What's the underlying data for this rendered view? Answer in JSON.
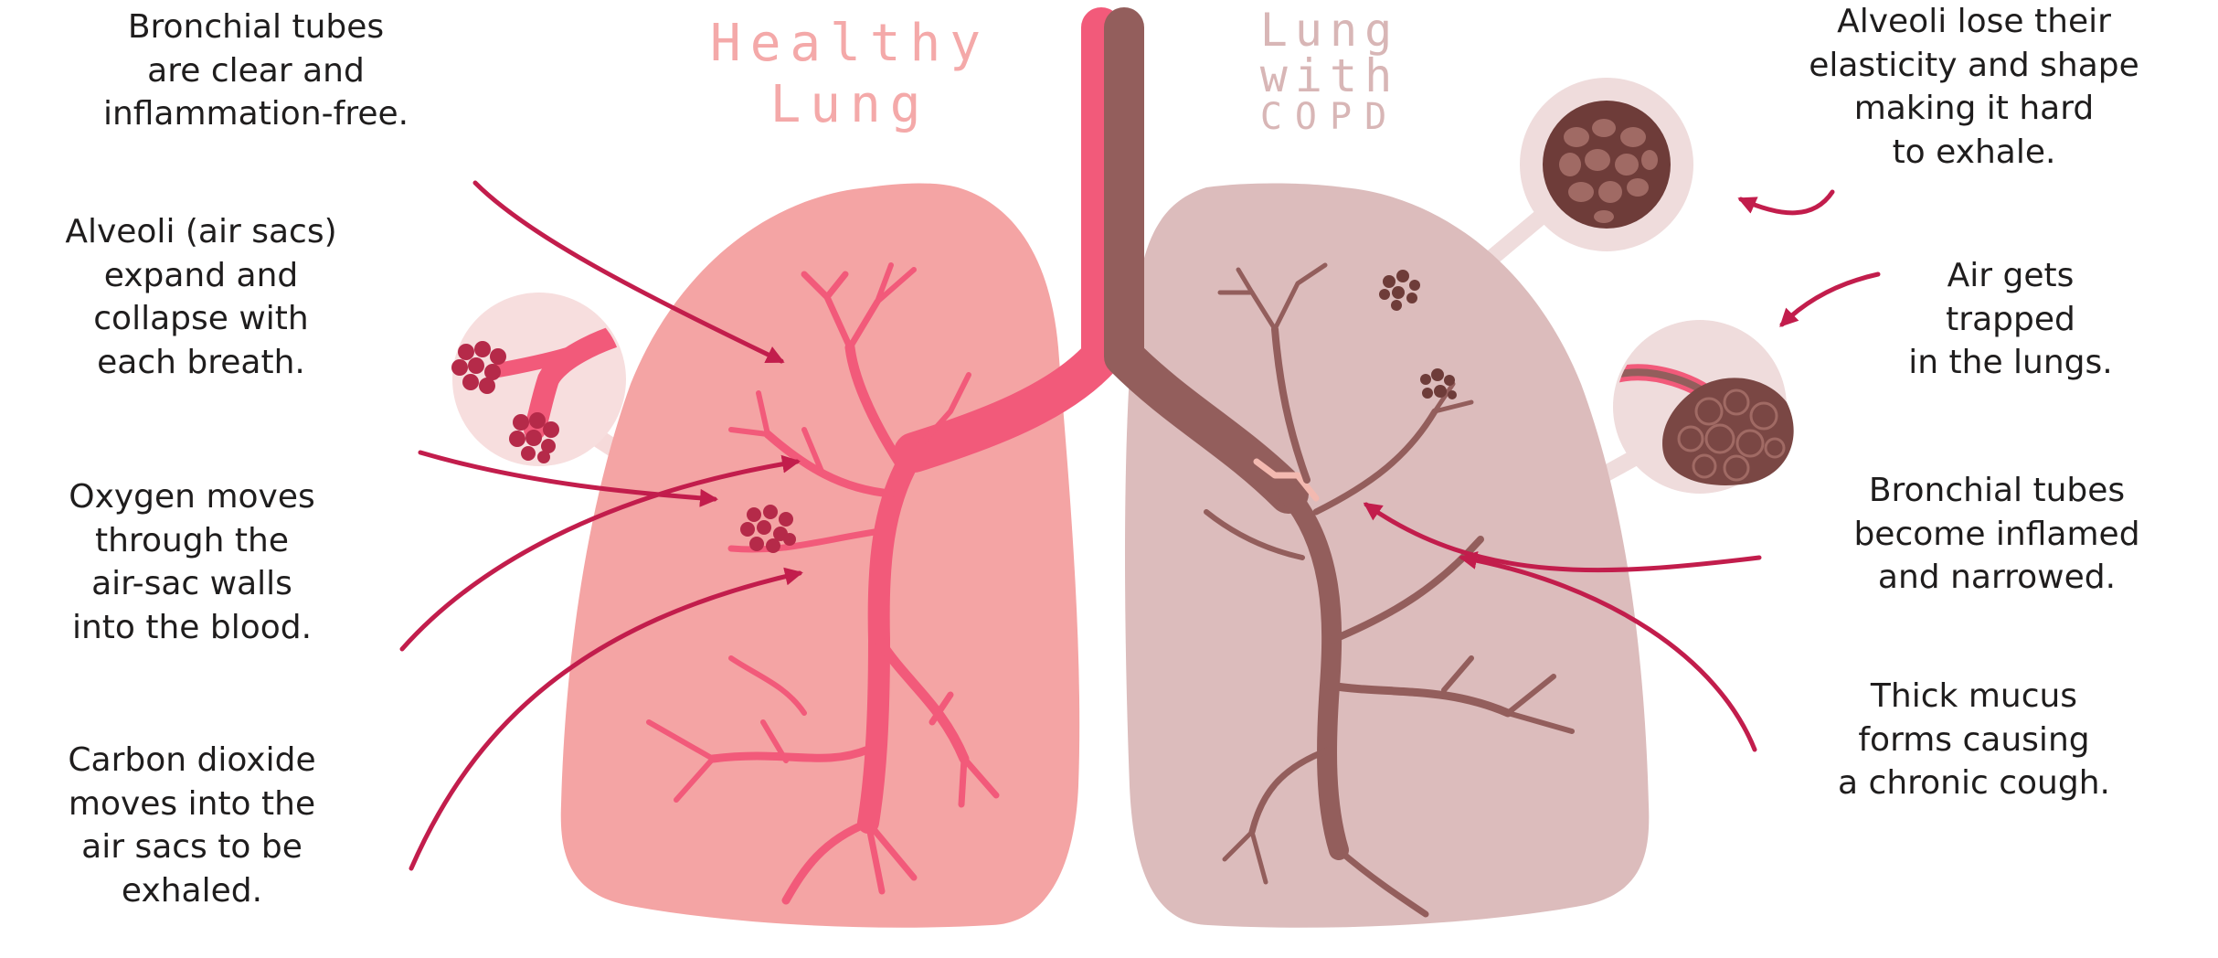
{
  "colors": {
    "healthy_lung_fill": "#f4a4a4",
    "healthy_airway": "#f25a7a",
    "copd_lung_fill": "#dcbcbc",
    "copd_airway": "#935e5c",
    "alveoli_healthy": "#b52a49",
    "alveoli_copd": "#6e3c39",
    "arrow": "#c21d4c",
    "heading_healthy": "#f4a9a9",
    "heading_copd": "#d8b6b6",
    "text": "#1f1d1d"
  },
  "headings": {
    "healthy": [
      "Healthy",
      "Lung"
    ],
    "copd": [
      "Lung",
      "with",
      "COPD"
    ]
  },
  "captions": {
    "left": [
      [
        "Bronchial tubes",
        "are clear and",
        "inflammation-free."
      ],
      [
        "Alveoli (air sacs)",
        "expand and",
        "collapse with",
        "each breath."
      ],
      [
        "Oxygen moves",
        "through the",
        "air-sac walls",
        "into the blood."
      ],
      [
        "Carbon dioxide",
        "moves into the",
        "air sacs to be",
        "exhaled."
      ]
    ],
    "right": [
      [
        "Alveoli lose their",
        "elasticity and shape",
        "making it hard",
        "to exhale."
      ],
      [
        "Air gets",
        "trapped",
        "in the lungs."
      ],
      [
        "Bronchial tubes",
        "become inflamed",
        "and narrowed."
      ],
      [
        "Thick mucus",
        "forms causing",
        "a chronic cough."
      ]
    ]
  },
  "icons": {
    "alveoli_healthy": "alveoli-cluster-icon",
    "alveoli_copd": "damaged-alveoli-icon",
    "trapped_air": "trapped-air-alveoli-icon"
  }
}
